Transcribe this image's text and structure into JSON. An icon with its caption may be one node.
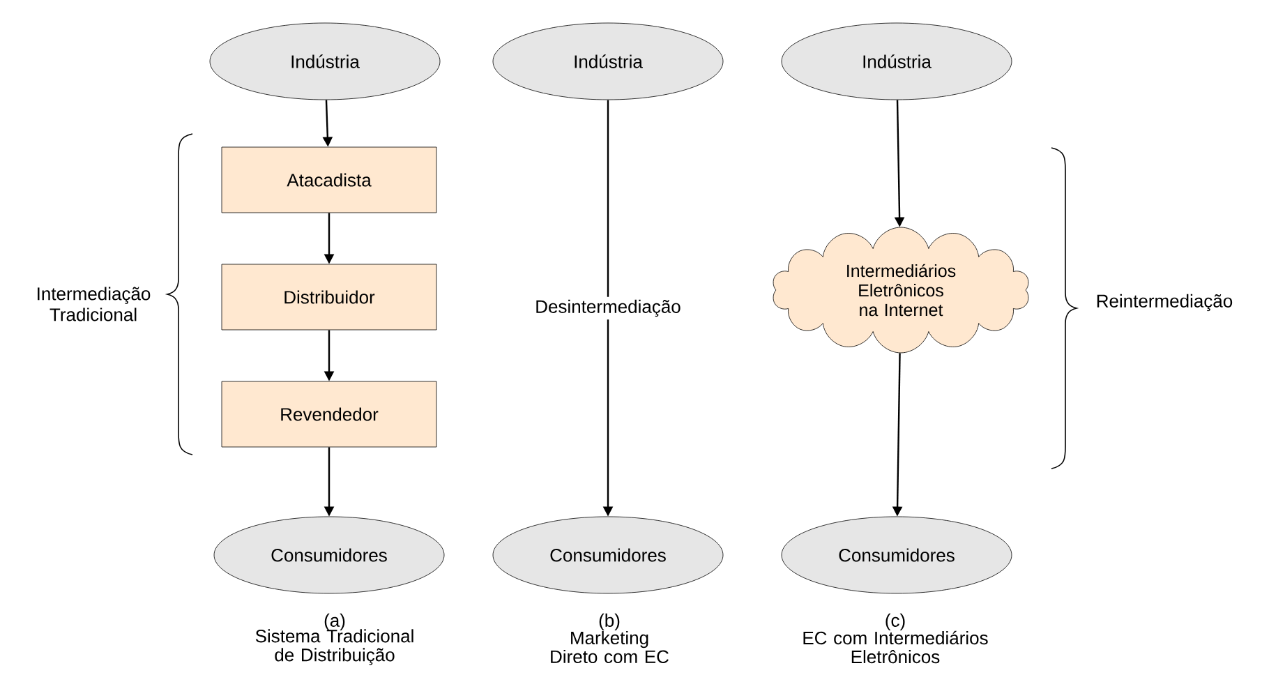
{
  "diagram": {
    "nodes": [
      {
        "text": [
          "Indústria"
        ]
      },
      {
        "text": [
          "Atacadista"
        ]
      },
      {
        "text": [
          "Distribuidor"
        ]
      },
      {
        "text": [
          "Revendedor"
        ]
      },
      {
        "text": [
          "Consumidores"
        ]
      },
      {
        "text": [
          "Indústria"
        ]
      },
      {
        "text": [
          "Consumidores"
        ]
      },
      {
        "text": [
          "Indústria"
        ]
      },
      {
        "text": [
          "Intermediários Eletrônicos na Internet"
        ]
      },
      {
        "text": [
          "Consumidores"
        ]
      }
    ],
    "edges": [
      {
        "from": 0,
        "to": 1,
        "arrow": "to"
      },
      {
        "from": 1,
        "to": 2,
        "arrow": "to"
      },
      {
        "from": 2,
        "to": 3,
        "arrow": "to"
      },
      {
        "from": 3,
        "to": 4,
        "arrow": "to"
      },
      {
        "from": 5,
        "to": 6,
        "arrow": "to",
        "label": "Desintermediação"
      },
      {
        "from": 7,
        "to": 8,
        "arrow": "to"
      },
      {
        "from": 8,
        "to": 9,
        "arrow": "to"
      }
    ],
    "labels": [
      "Intermediação Tradicional",
      "Reintermediação",
      "(a)",
      "Sistema Tradicional de Distribuição",
      "(b)",
      "Marketing Direto com EC",
      "(c)",
      "EC com Intermediários Eletrônicos"
    ]
  }
}
